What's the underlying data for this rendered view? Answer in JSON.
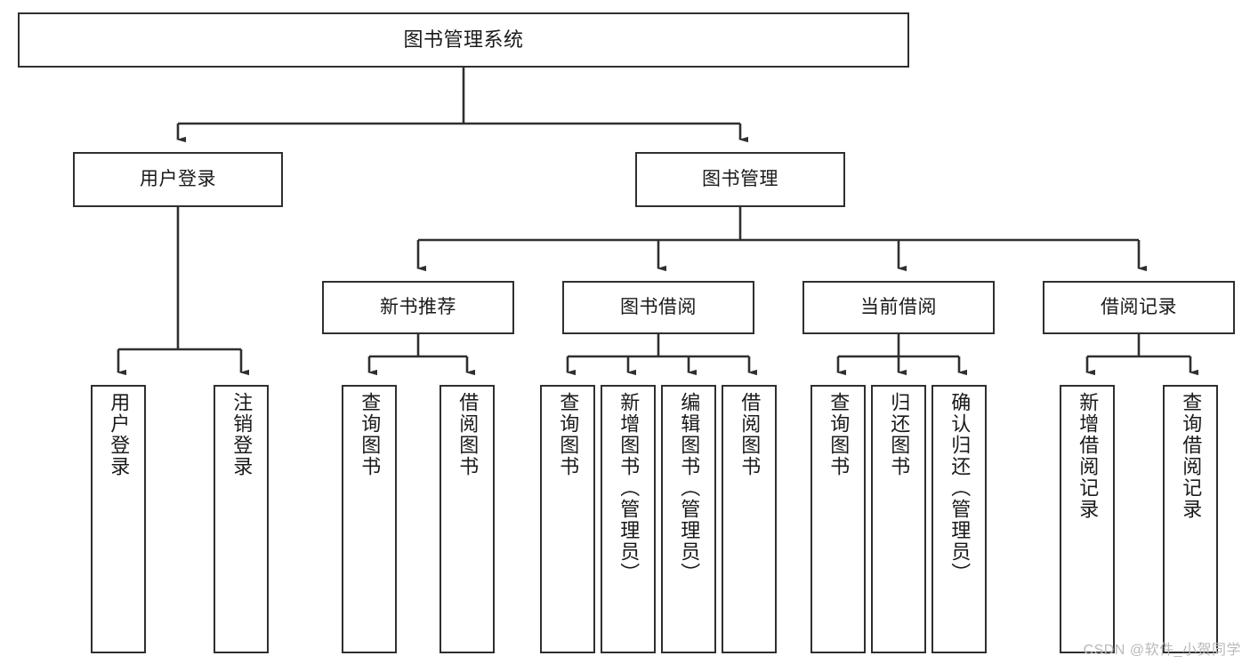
{
  "diagram": {
    "title": "图书管理系统",
    "watermark": "CSDN @软件_小贺同学",
    "line_color": "#2f2f2f",
    "box_fill": "#ffffff",
    "text_color": "#1a1a1a",
    "levels": {
      "root": "图书管理系统",
      "level2": [
        "用户登录",
        "图书管理"
      ],
      "level3": [
        "新书推荐",
        "图书借阅",
        "当前借阅",
        "借阅记录"
      ]
    },
    "nodes": {
      "root": {
        "label": "图书管理系统"
      },
      "user_login": {
        "label": "用户登录"
      },
      "book_manage": {
        "label": "图书管理"
      },
      "new_book_rec": {
        "label": "新书推荐"
      },
      "book_borrow": {
        "label": "图书借阅"
      },
      "current_borrow": {
        "label": "当前借阅"
      },
      "borrow_record": {
        "label": "借阅记录"
      },
      "leaf_user_login": {
        "label": "用户登录"
      },
      "leaf_logout": {
        "label": "注销登录"
      },
      "leaf_query_book_a": {
        "label": "查询图书"
      },
      "leaf_borrow_book_a": {
        "label": "借阅图书"
      },
      "leaf_query_book_b": {
        "label": "查询图书"
      },
      "leaf_add_book": {
        "label": "新增图书（管理员）"
      },
      "leaf_edit_book": {
        "label": "编辑图书（管理员）"
      },
      "leaf_borrow_book_b": {
        "label": "借阅图书"
      },
      "leaf_query_book_c": {
        "label": "查询图书"
      },
      "leaf_return_book": {
        "label": "归还图书"
      },
      "leaf_confirm_return": {
        "label": "确认归还（管理员）"
      },
      "leaf_add_record": {
        "label": "新增借阅记录"
      },
      "leaf_query_record": {
        "label": "查询借阅记录"
      }
    }
  }
}
